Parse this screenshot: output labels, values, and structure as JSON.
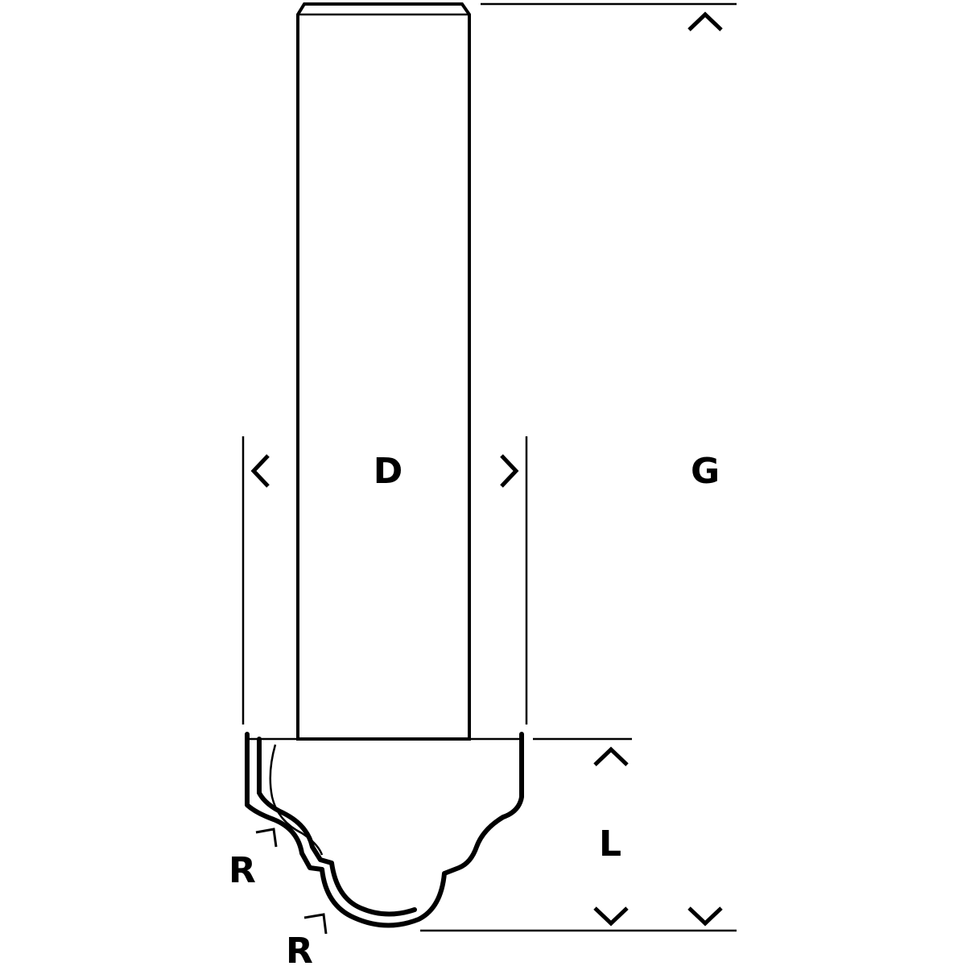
{
  "diagram": {
    "labels": {
      "diameter": "D",
      "total_length": "G",
      "cutting_length": "L",
      "radius_upper": "R",
      "radius_lower": "R"
    },
    "colors": {
      "line": "#000000",
      "background": "#ffffff"
    }
  }
}
